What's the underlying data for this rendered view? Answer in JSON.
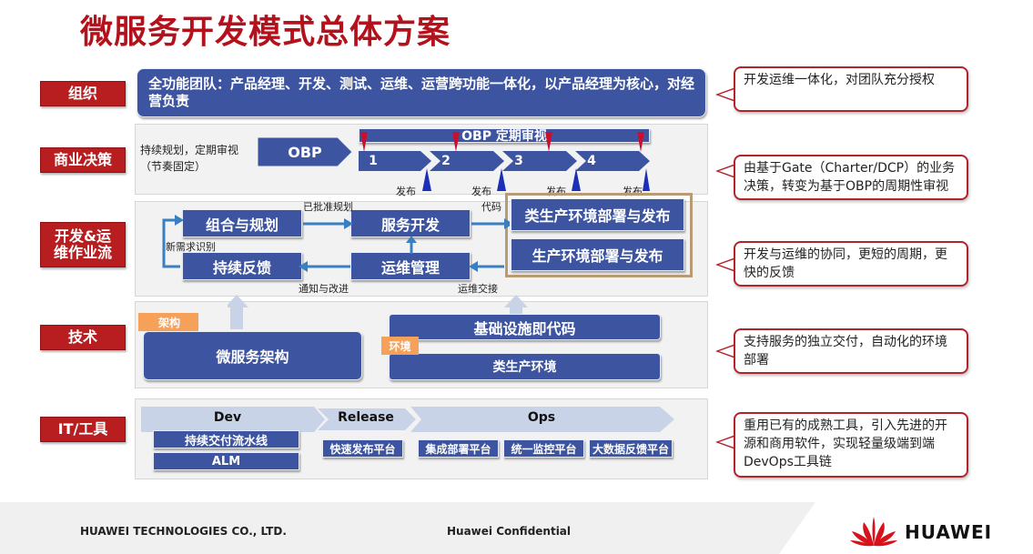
{
  "title": "微服务开发模式总体方案",
  "rows": {
    "org": "组织",
    "biz": "商业决策",
    "dev": "开发&运维作业流",
    "tech": "技术",
    "it": "IT/工具"
  },
  "org": {
    "text": "全功能团队：产品经理、开发、测试、运维、运营跨功能一体化，以产品经理为核心，对经营负责",
    "callout": "开发运维一体化，对团队充分授权"
  },
  "biz": {
    "plan": "持续规划，定期审视（节奏固定）",
    "obp": "OBP",
    "review": "OBP 定期审视",
    "steps": [
      "1",
      "2",
      "3",
      "4"
    ],
    "release": "发布",
    "callout": "由基于Gate（Charter/DCP）的业务决策，转变为基于OBP的周期性审视"
  },
  "dev": {
    "plan": "组合与规划",
    "service": "服务开发",
    "feedback": "持续反馈",
    "ops": "运维管理",
    "preprod": "类生产环境部署与发布",
    "prod": "生产环境部署与发布",
    "approved": "已批准规划",
    "code": "代码",
    "newreq": "新需求识别",
    "notify": "通知与改进",
    "handover": "运维交接",
    "callout": "开发与运维的协同，更短的周期，更快的反馈"
  },
  "tech": {
    "arch_tag": "架构",
    "arch": "微服务架构",
    "iac": "基础设施即代码",
    "env_tag": "环境",
    "preenv": "类生产环境",
    "callout": "支持服务的独立交付，自动化的环境部署"
  },
  "it": {
    "dev": "Dev",
    "release": "Release",
    "ops": "Ops",
    "pipeline": "持续交付流水线",
    "alm": "ALM",
    "fastrelease": "快速发布平台",
    "deploy": "集成部署平台",
    "monitor": "统一监控平台",
    "bigdata": "大数据反馈平台",
    "callout": "重用已有的成熟工具，引入先进的开源和商用软件，实现轻量级端到端DevOps工具链"
  },
  "footer": {
    "company": "HUAWEI TECHNOLOGIES CO., LTD.",
    "confidential": "Huawei Confidential",
    "brand": "HUAWEI"
  },
  "colors": {
    "accent": "#b81e20",
    "box": "#3d55a0",
    "arrow": "#3a7fc1",
    "tag": "#f5a15a"
  }
}
